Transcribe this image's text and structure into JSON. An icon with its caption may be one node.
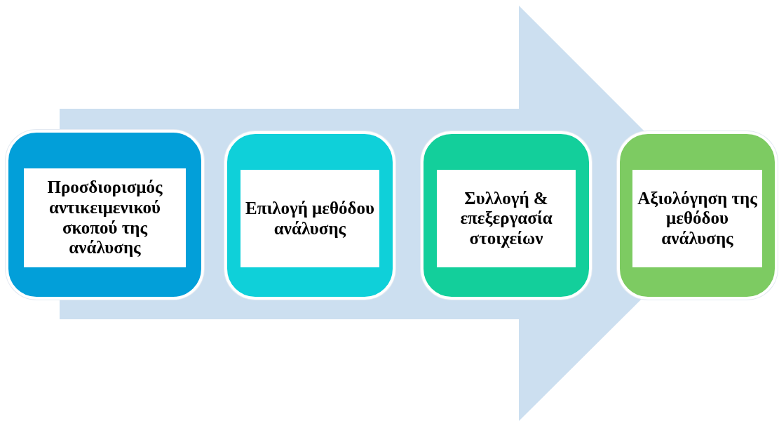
{
  "diagram": {
    "nodes": [
      {
        "text": [
          "Προσδιορισμός αντικειμενικού σκοπού της ανάλυσης"
        ]
      },
      {
        "text": [
          "Επιλογή μεθόδου ανάλυσης"
        ]
      },
      {
        "text": [
          "Συλλογή & επεξεργασία στοιχείων"
        ]
      },
      {
        "text": [
          "Αξιολόγηση της μεθόδου ανάλυσης"
        ]
      }
    ],
    "edges": [
      {
        "from": 0,
        "to": 3,
        "arrow": "to"
      }
    ]
  }
}
